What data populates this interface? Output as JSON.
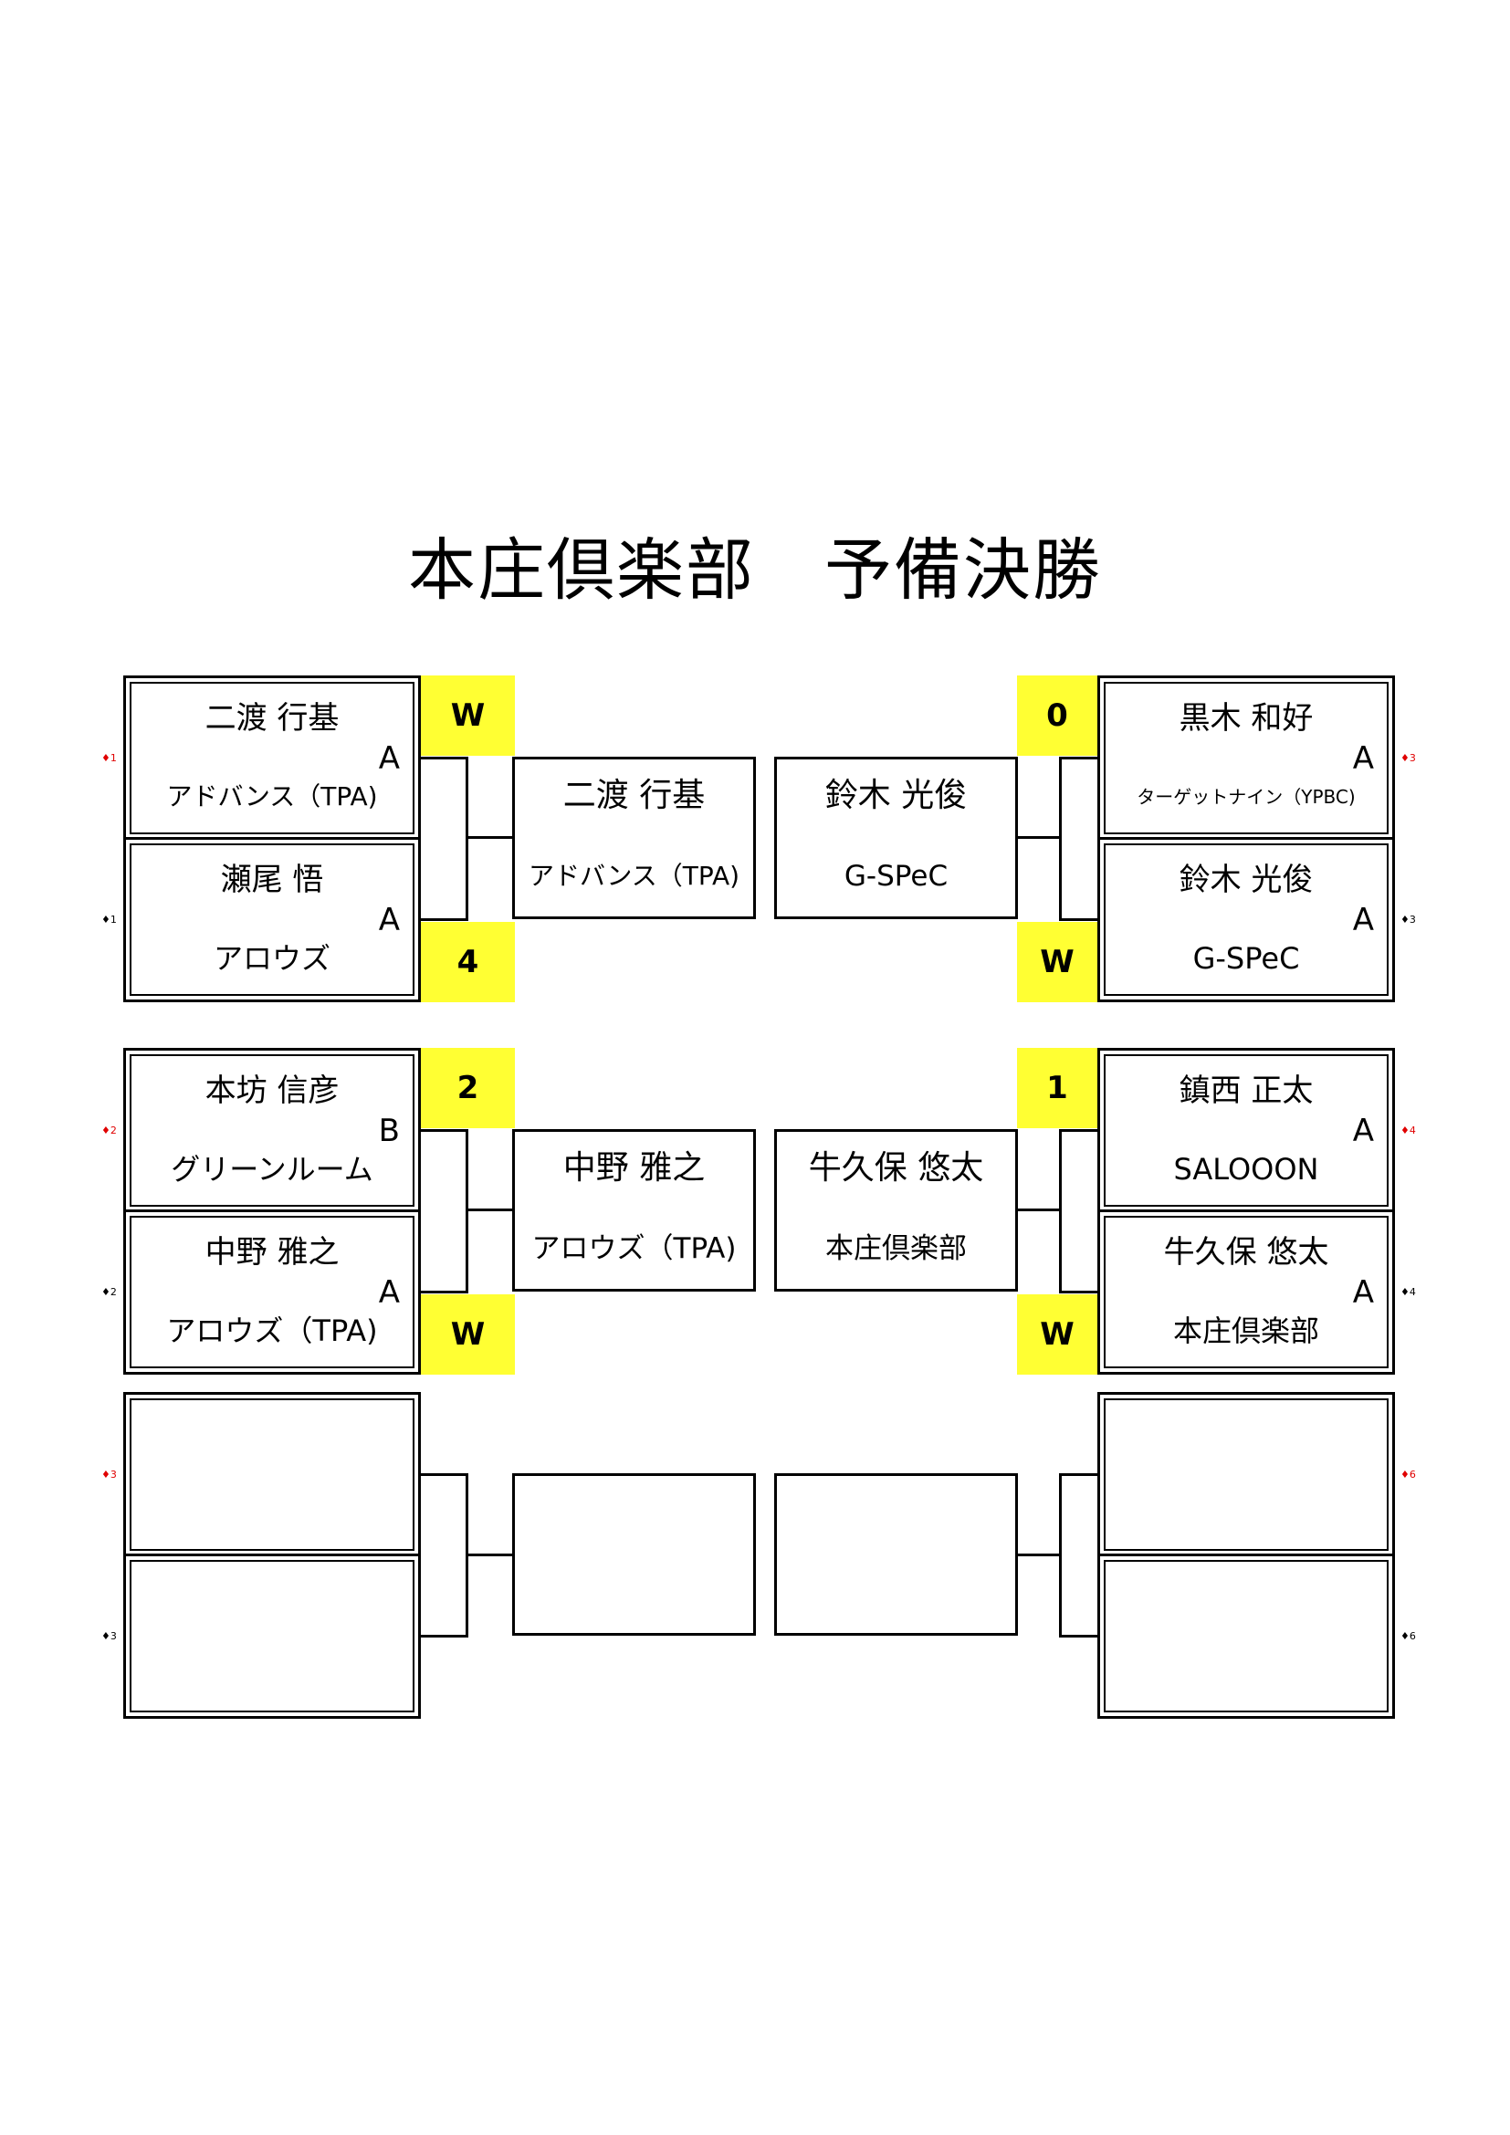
{
  "title": "本庄倶楽部　予備決勝",
  "left": [
    {
      "top": {
        "name": "二渡 行基",
        "class": "A",
        "club": "アドバンス（TPA)",
        "score": "W",
        "marker": "♦1"
      },
      "bottom": {
        "name": "瀬尾 悟",
        "class": "A",
        "club": "アロウズ",
        "score": "4",
        "marker": "♦1"
      },
      "winner": {
        "name": "二渡 行基",
        "club": "アドバンス（TPA)"
      }
    },
    {
      "top": {
        "name": "本坊 信彦",
        "class": "B",
        "club": "グリーンルーム",
        "score": "2",
        "marker": "♦2"
      },
      "bottom": {
        "name": "中野 雅之",
        "class": "A",
        "club": "アロウズ（TPA)",
        "score": "W",
        "marker": "♦2"
      },
      "winner": {
        "name": "中野 雅之",
        "club": "アロウズ（TPA)"
      }
    },
    {
      "top": {
        "marker": "♦3"
      },
      "bottom": {
        "marker": "♦3"
      }
    }
  ],
  "right": [
    {
      "top": {
        "name": "黒木 和好",
        "class": "A",
        "club": "ターゲットナイン（YPBC)",
        "score": "0",
        "marker": "♦3"
      },
      "bottom": {
        "name": "鈴木 光俊",
        "class": "A",
        "club": "G-SPeC",
        "score": "W",
        "marker": "♦3"
      },
      "winner": {
        "name": "鈴木 光俊",
        "club": "G-SPeC"
      }
    },
    {
      "top": {
        "name": "鎮西 正太",
        "class": "A",
        "club": "SALOOON",
        "score": "1",
        "marker": "♦4"
      },
      "bottom": {
        "name": "牛久保 悠太",
        "class": "A",
        "club": "本庄倶楽部",
        "score": "W",
        "marker": "♦4"
      },
      "winner": {
        "name": "牛久保 悠太",
        "club": "本庄倶楽部"
      }
    },
    {
      "top": {
        "marker": "♦6"
      },
      "bottom": {
        "marker": "♦6"
      }
    }
  ],
  "colors": {
    "score_highlight": "#ffff33",
    "red_marker": "#e00000"
  }
}
